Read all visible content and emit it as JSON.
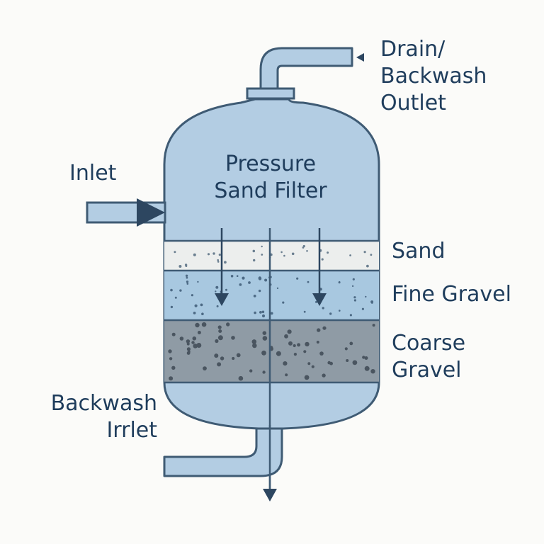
{
  "title": {
    "line1": "Pressure",
    "line2": "Sand Filter"
  },
  "labels": {
    "inlet": "Inlet",
    "drain_outlet": [
      "Drain/",
      "Backwash",
      "Outlet"
    ],
    "sand": "Sand",
    "fine_gravel": "Fine Gravel",
    "coarse_gravel": [
      "Coarse",
      "Gravel"
    ],
    "backwash_inlet": [
      "Backwash",
      "Irrlet"
    ]
  },
  "colors": {
    "tank_fill": "#b3cde3",
    "outline": "#3f5b74",
    "sand": "#eceeed",
    "fine_gravel": "#a8c8e0",
    "coarse_gravel": "#8f9ba5",
    "text": "#1f3d5c",
    "background": "#fbfbf9"
  }
}
